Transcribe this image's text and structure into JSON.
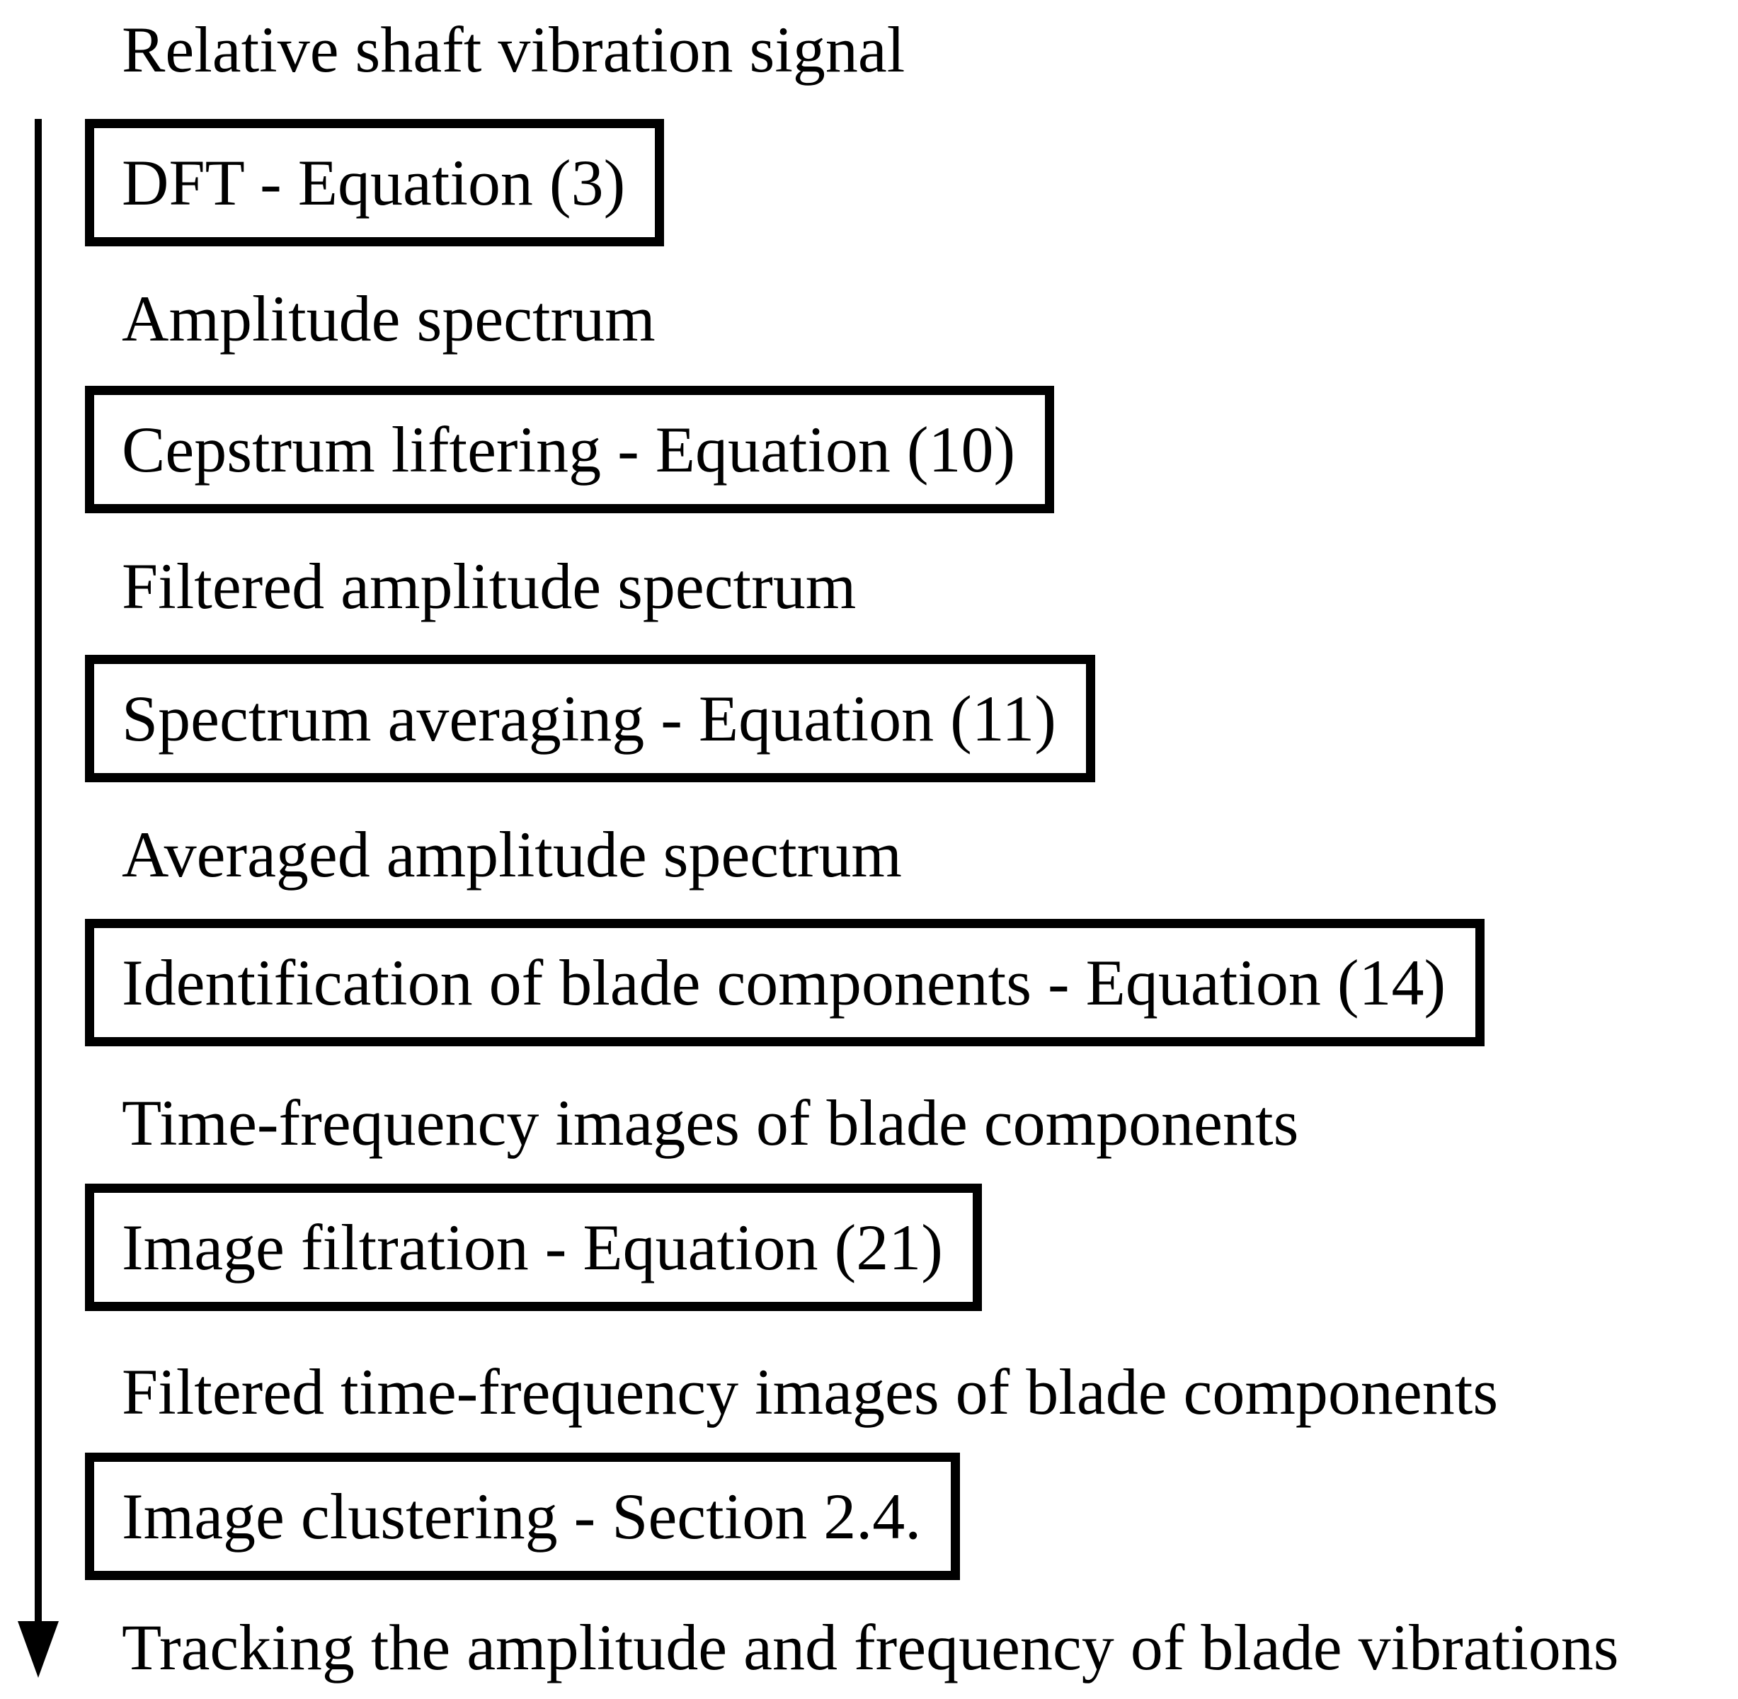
{
  "diagram": {
    "description": "Signal-processing pipeline flowchart with downward arrow",
    "colors": {
      "background": "#ffffff",
      "text": "#000000",
      "box_border": "#000000",
      "arrow": "#000000"
    },
    "arrow_icon": "down-arrow",
    "steps": [
      {
        "kind": "label",
        "text": "Relative shaft vibration signal"
      },
      {
        "kind": "box",
        "text": "DFT - Equation (3)"
      },
      {
        "kind": "label",
        "text": "Amplitude spectrum"
      },
      {
        "kind": "box",
        "text": "Cepstrum liftering - Equation (10)"
      },
      {
        "kind": "label",
        "text": "Filtered amplitude spectrum"
      },
      {
        "kind": "box",
        "text": "Spectrum averaging - Equation (11)"
      },
      {
        "kind": "label",
        "text": "Averaged amplitude spectrum"
      },
      {
        "kind": "box",
        "text": "Identification of blade components - Equation (14)"
      },
      {
        "kind": "label",
        "text": "Time-frequency images of blade components"
      },
      {
        "kind": "box",
        "text": "Image filtration - Equation (21)"
      },
      {
        "kind": "label",
        "text": "Filtered time-frequency images of blade components"
      },
      {
        "kind": "box",
        "text": "Image clustering - Section 2.4."
      },
      {
        "kind": "label",
        "text": "Tracking the amplitude and frequency of blade vibrations"
      }
    ]
  }
}
